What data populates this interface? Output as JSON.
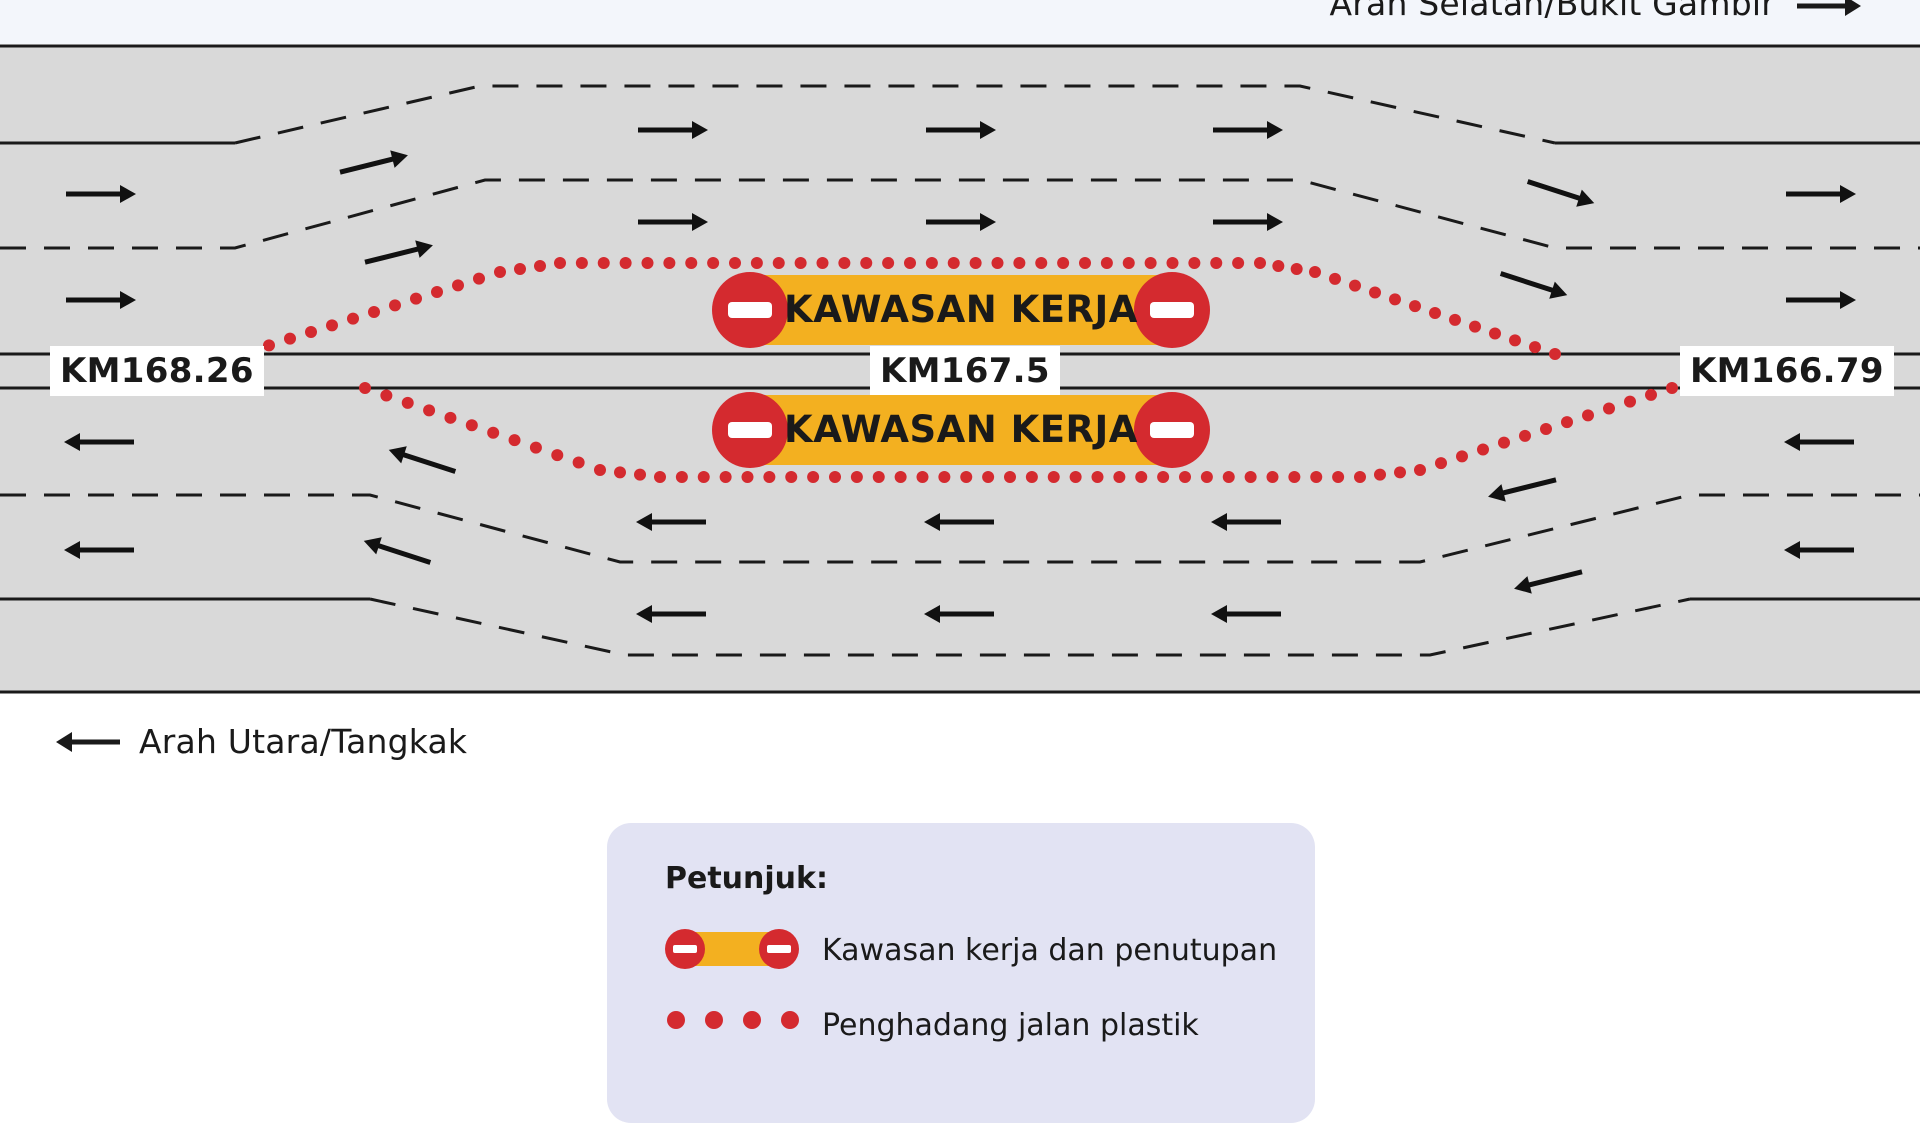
{
  "directions": {
    "south": "Arah Selatan/Bukit Gambir",
    "north": "Arah Utara/Tangkak"
  },
  "km_markers": {
    "left": "KM168.26",
    "center": "KM167.5",
    "right": "KM166.79"
  },
  "work_zones": {
    "top_label": "KAWASAN KERJA",
    "bottom_label": "KAWASAN KERJA"
  },
  "legend": {
    "title": "Petunjuk:",
    "items": [
      {
        "label": "Kawasan kerja dan penutupan",
        "icon": "work-zone-icon"
      },
      {
        "label": "Penghadang jalan plastik",
        "icon": "plastic-barrier-dots-icon"
      }
    ]
  },
  "colors": {
    "road": "#d9d9d9",
    "work_zone": "#f3b020",
    "barrier": "#d42a2f",
    "legend_bg": "#e2e3f3"
  }
}
